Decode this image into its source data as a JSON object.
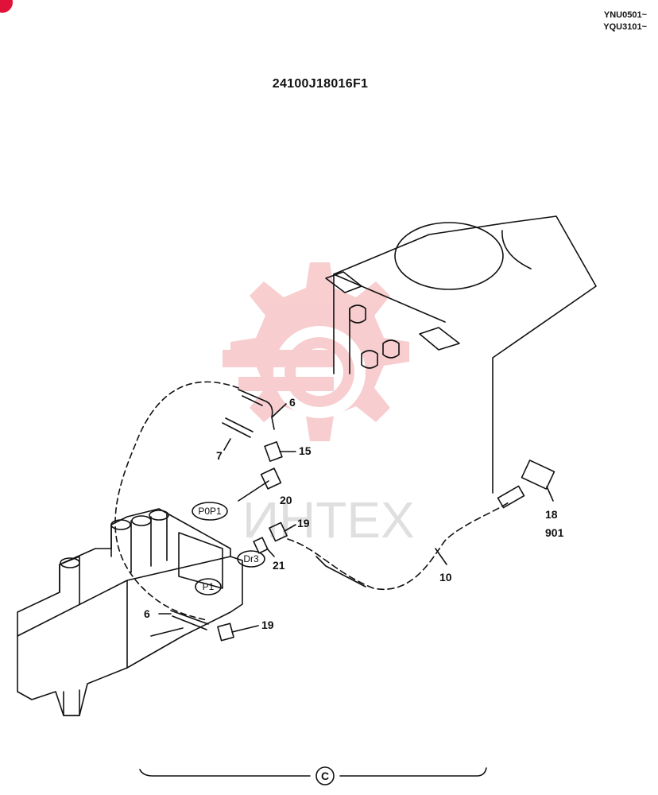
{
  "header": {
    "serial_1": "YNU0501~",
    "serial_2": "YQU3101~",
    "drawing_number": "24100J18016F1"
  },
  "ports": {
    "pop1": "P0P1",
    "dr3": "Dr3",
    "p1": "P1"
  },
  "callouts": {
    "c6_top": "6",
    "c7": "7",
    "c15": "15",
    "c20": "20",
    "c19_top": "19",
    "c21": "21",
    "c6_bottom": "6",
    "c19_bottom": "19",
    "c10": "10",
    "c18": "18",
    "c901": "901"
  },
  "footer": {
    "section_mark": "C"
  },
  "watermark": {
    "text": "ИНТЕХ"
  },
  "colors": {
    "line": "#111111",
    "watermark": "#f2a5a8",
    "corner": "#e0123a"
  }
}
